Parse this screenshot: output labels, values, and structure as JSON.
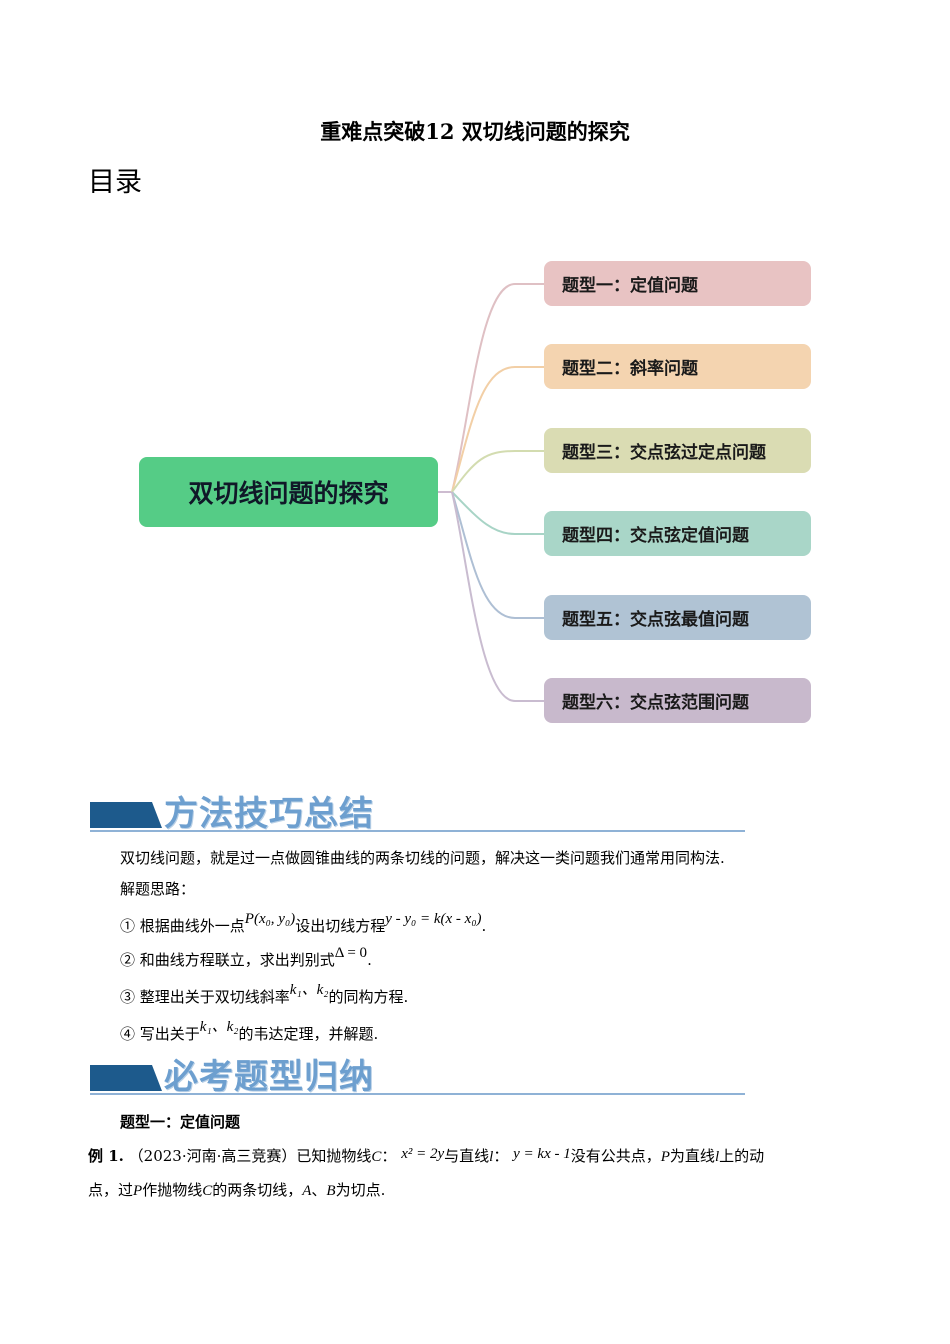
{
  "document": {
    "title": "重难点突破12 双切线问题的探究",
    "toc_label": "目录"
  },
  "mindmap": {
    "root": {
      "label": "双切线问题的探究",
      "color": "#55cc86"
    },
    "branches": [
      {
        "label": "题型一：定值问题",
        "color": "#e8c3c3",
        "line_color": "#dfc0c4"
      },
      {
        "label": "题型二：斜率问题",
        "color": "#f4d4b0",
        "line_color": "#f2cfa6"
      },
      {
        "label": "题型三：交点弦过定点问题",
        "color": "#dadcb3",
        "line_color": "#d3dcb0"
      },
      {
        "label": "题型四：交点弦定值问题",
        "color": "#a9d6c8",
        "line_color": "#a8d4c6"
      },
      {
        "label": "题型五：交点弦最值问题",
        "color": "#b0c3d4",
        "line_color": "#aebfd4"
      },
      {
        "label": "题型六：交点弦范围问题",
        "color": "#c8b9cc",
        "line_color": "#c9bcd0"
      }
    ]
  },
  "section_method": {
    "heading": "方法技巧总结",
    "intro": "双切线问题，就是过一点做圆锥曲线的两条切线的问题，解决这一类问题我们通常用同构法.",
    "steps_label": "解题思路：",
    "step1": {
      "prefix": "① 根据曲线外一点",
      "point": "P(x₀, y₀)",
      "mid": "设出切线方程",
      "equation": "y - y₀ = k(x - x₀)",
      "suffix": "."
    },
    "step2": {
      "prefix": "② 和曲线方程联立，求出判别式",
      "equation": "Δ = 0",
      "suffix": "."
    },
    "step3": {
      "prefix": "③ 整理出关于双切线斜率",
      "vars": "k₁、k₂",
      "suffix": "的同构方程."
    },
    "step4": {
      "prefix": "④ 写出关于",
      "vars": "k₁、k₂",
      "suffix": "的韦达定理，并解题."
    }
  },
  "section_types": {
    "heading": "必考题型归纳",
    "type1_label": "题型一：定值问题",
    "example1": {
      "label": "例 1.",
      "source": "（2023·河南·高三竞赛）",
      "text_a": "已知抛物线",
      "C": "C",
      "colon": "：",
      "parabola": "x² = 2y",
      "text_b": "与直线",
      "l": "l",
      "line": "y = kx - 1",
      "text_c": "没有公共点，",
      "P": "P",
      "text_d": "为直线",
      "text_e": "上的动",
      "line2_a": "点，过",
      "line2_b": "作抛物线",
      "line2_c": "的两条切线，",
      "A": "A",
      "sep": "、",
      "B": "B",
      "line2_d": "为切点."
    }
  }
}
